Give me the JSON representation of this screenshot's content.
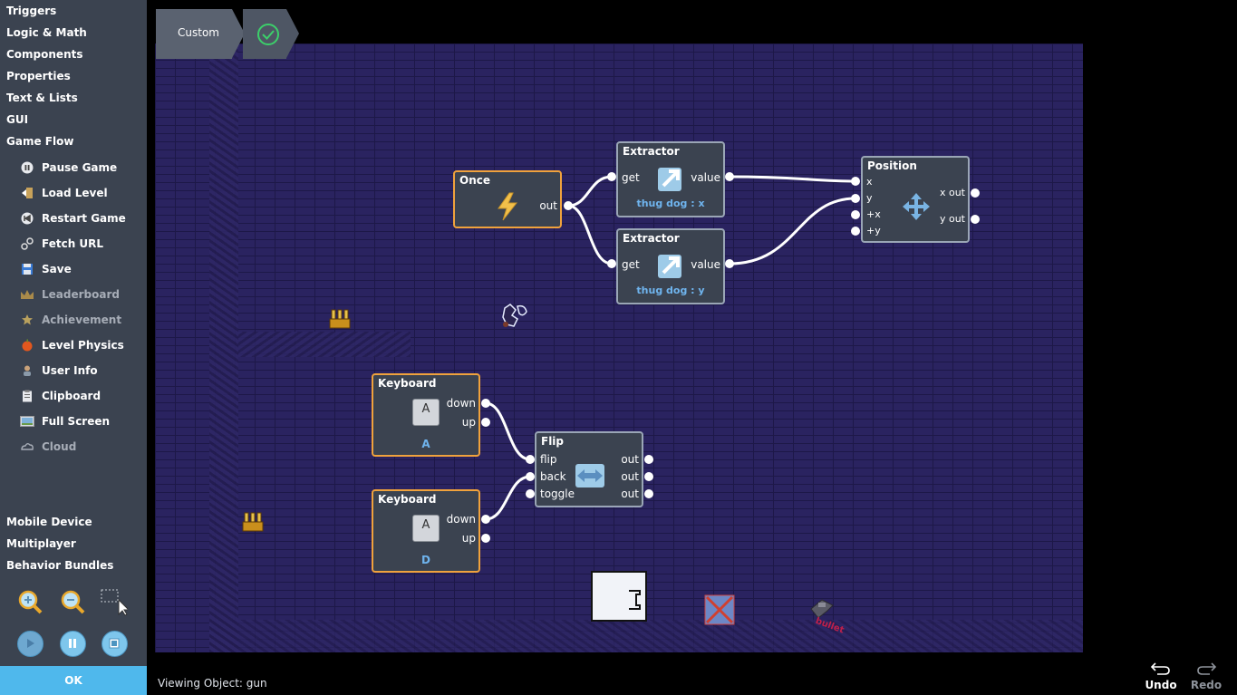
{
  "sidebar": {
    "categories_top": [
      "Triggers",
      "Logic & Math",
      "Components",
      "Properties",
      "Text & Lists",
      "GUI",
      "Game Flow"
    ],
    "game_flow_items": [
      {
        "label": "Pause Game",
        "icon": "pause-icon",
        "enabled": true
      },
      {
        "label": "Load Level",
        "icon": "load-level-icon",
        "enabled": true
      },
      {
        "label": "Restart Game",
        "icon": "restart-icon",
        "enabled": true
      },
      {
        "label": "Fetch URL",
        "icon": "link-icon",
        "enabled": true
      },
      {
        "label": "Save",
        "icon": "floppy-icon",
        "enabled": true
      },
      {
        "label": "Leaderboard",
        "icon": "crown-icon",
        "enabled": false
      },
      {
        "label": "Achievement",
        "icon": "medal-icon",
        "enabled": false
      },
      {
        "label": "Level Physics",
        "icon": "apple-icon",
        "enabled": true
      },
      {
        "label": "User Info",
        "icon": "user-icon",
        "enabled": true
      },
      {
        "label": "Clipboard",
        "icon": "clipboard-icon",
        "enabled": true
      },
      {
        "label": "Full Screen",
        "icon": "fullscreen-icon",
        "enabled": true
      },
      {
        "label": "Cloud",
        "icon": "cloud-icon",
        "enabled": false
      }
    ],
    "categories_bottom": [
      "Mobile Device",
      "Multiplayer",
      "Behavior Bundles"
    ],
    "ok_label": "OK"
  },
  "tabs": {
    "custom": "Custom"
  },
  "nodes": {
    "once": {
      "title": "Once",
      "out": "out"
    },
    "extractor1": {
      "title": "Extractor",
      "get": "get",
      "value": "value",
      "sub": "thug dog : x"
    },
    "extractor2": {
      "title": "Extractor",
      "get": "get",
      "value": "value",
      "sub": "thug dog : y"
    },
    "position": {
      "title": "Position",
      "in": [
        "x",
        "y",
        "+x",
        "+y"
      ],
      "out": [
        "x out",
        "y out"
      ]
    },
    "keyboard1": {
      "title": "Keyboard",
      "key": "A",
      "down": "down",
      "up": "up",
      "sub": "A"
    },
    "keyboard2": {
      "title": "Keyboard",
      "key": "A",
      "down": "down",
      "up": "up",
      "sub": "D"
    },
    "flip": {
      "title": "Flip",
      "in": [
        "flip",
        "back",
        "toggle"
      ],
      "out": [
        "out",
        "out",
        "out"
      ]
    }
  },
  "sprites": {
    "bullet_label": "bullet"
  },
  "status": {
    "viewing": "Viewing Object: gun"
  },
  "history": {
    "undo": "Undo",
    "redo": "Redo"
  },
  "colors": {
    "trigger_border": "#f0a23c",
    "node_border": "#9aa6b6",
    "accent": "#4fb8ec",
    "canvas": "#2a2360"
  }
}
